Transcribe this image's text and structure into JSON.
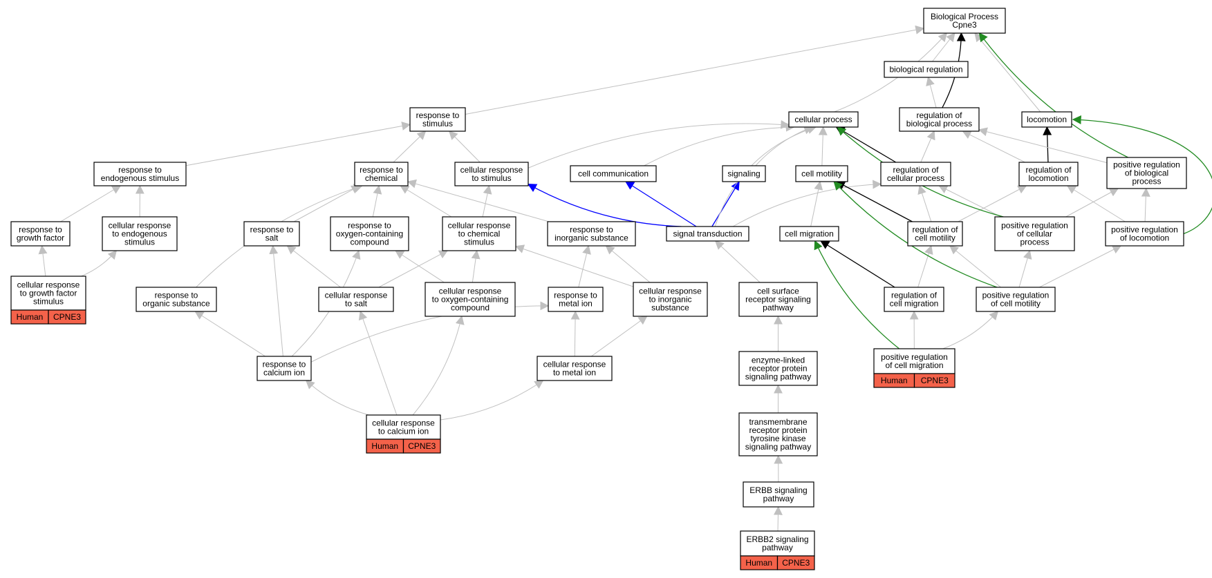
{
  "colors": {
    "edge_default": "#c0c0c0",
    "edge_black": "#000000",
    "edge_blue": "#0000ff",
    "edge_green": "#228b22",
    "species_fill": "#f4624a",
    "node_border": "#000000"
  },
  "nodes": {
    "bp_root": {
      "lines": [
        "Biological Process",
        "Cpne3"
      ]
    },
    "biological_regulation": {
      "lines": [
        "biological regulation"
      ]
    },
    "response_to_stimulus": {
      "lines": [
        "response to",
        "stimulus"
      ]
    },
    "cellular_process": {
      "lines": [
        "cellular process"
      ]
    },
    "regulation_of_biological_process": {
      "lines": [
        "regulation of",
        "biological process"
      ]
    },
    "locomotion": {
      "lines": [
        "locomotion"
      ]
    },
    "response_to_endogenous_stimulus": {
      "lines": [
        "response to",
        "endogenous stimulus"
      ]
    },
    "response_to_chemical": {
      "lines": [
        "response to",
        "chemical"
      ]
    },
    "cellular_response_to_stimulus": {
      "lines": [
        "cellular response",
        "to stimulus"
      ]
    },
    "cell_communication": {
      "lines": [
        "cell communication"
      ]
    },
    "signaling": {
      "lines": [
        "signaling"
      ]
    },
    "cell_motility": {
      "lines": [
        "cell motility"
      ]
    },
    "regulation_of_cellular_process": {
      "lines": [
        "regulation of",
        "cellular process"
      ]
    },
    "regulation_of_locomotion": {
      "lines": [
        "regulation of",
        "locomotion"
      ]
    },
    "positive_regulation_of_biological_process": {
      "lines": [
        "positive regulation",
        "of biological",
        "process"
      ]
    },
    "response_to_growth_factor": {
      "lines": [
        "response to",
        "growth factor"
      ]
    },
    "cellular_response_to_endogenous_stimulus": {
      "lines": [
        "cellular response",
        "to endogenous",
        "stimulus"
      ]
    },
    "response_to_salt": {
      "lines": [
        "response to",
        "salt"
      ]
    },
    "response_to_oxygen_containing_compound": {
      "lines": [
        "response to",
        "oxygen-containing",
        "compound"
      ]
    },
    "cellular_response_to_chemical_stimulus": {
      "lines": [
        "cellular response",
        "to chemical",
        "stimulus"
      ]
    },
    "response_to_inorganic_substance": {
      "lines": [
        "response to",
        "inorganic substance"
      ]
    },
    "signal_transduction": {
      "lines": [
        "signal transduction"
      ]
    },
    "cell_migration": {
      "lines": [
        "cell migration"
      ]
    },
    "regulation_of_cell_motility": {
      "lines": [
        "regulation of",
        "cell motility"
      ]
    },
    "positive_regulation_of_cellular_process": {
      "lines": [
        "positive regulation",
        "of cellular",
        "process"
      ]
    },
    "positive_regulation_of_locomotion": {
      "lines": [
        "positive regulation",
        "of locomotion"
      ]
    },
    "cellular_response_to_growth_factor_stimulus": {
      "lines": [
        "cellular response",
        "to growth factor",
        "stimulus"
      ],
      "species": "Human",
      "gene": "CPNE3"
    },
    "response_to_organic_substance": {
      "lines": [
        "response to",
        "organic substance"
      ]
    },
    "cellular_response_to_salt": {
      "lines": [
        "cellular response",
        "to salt"
      ]
    },
    "cellular_response_to_oxygen_containing_compound": {
      "lines": [
        "cellular response",
        "to oxygen-containing",
        "compound"
      ]
    },
    "response_to_metal_ion": {
      "lines": [
        "response to",
        "metal ion"
      ]
    },
    "cellular_response_to_inorganic_substance": {
      "lines": [
        "cellular response",
        "to inorganic",
        "substance"
      ]
    },
    "cell_surface_receptor_signaling_pathway": {
      "lines": [
        "cell surface",
        "receptor signaling",
        "pathway"
      ]
    },
    "regulation_of_cell_migration": {
      "lines": [
        "regulation of",
        "cell migration"
      ]
    },
    "positive_regulation_of_cell_motility": {
      "lines": [
        "positive regulation",
        "of cell motility"
      ]
    },
    "response_to_calcium_ion": {
      "lines": [
        "response to",
        "calcium ion"
      ]
    },
    "cellular_response_to_metal_ion": {
      "lines": [
        "cellular response",
        "to metal ion"
      ]
    },
    "enzyme_linked_receptor_protein_signaling_pathway": {
      "lines": [
        "enzyme-linked",
        "receptor protein",
        "signaling pathway"
      ]
    },
    "positive_regulation_of_cell_migration": {
      "lines": [
        "positive regulation",
        "of cell migration"
      ],
      "species": "Human",
      "gene": "CPNE3"
    },
    "cellular_response_to_calcium_ion": {
      "lines": [
        "cellular response",
        "to calcium ion"
      ],
      "species": "Human",
      "gene": "CPNE3"
    },
    "transmembrane_receptor_protein_tyrosine_kinase_signaling_pathway": {
      "lines": [
        "transmembrane",
        "receptor protein",
        "tyrosine kinase",
        "signaling pathway"
      ]
    },
    "erbb_signaling_pathway": {
      "lines": [
        "ERBB signaling",
        "pathway"
      ]
    },
    "erbb2_signaling_pathway": {
      "lines": [
        "ERBB2 signaling",
        "pathway"
      ],
      "species": "Human",
      "gene": "CPNE3"
    }
  }
}
